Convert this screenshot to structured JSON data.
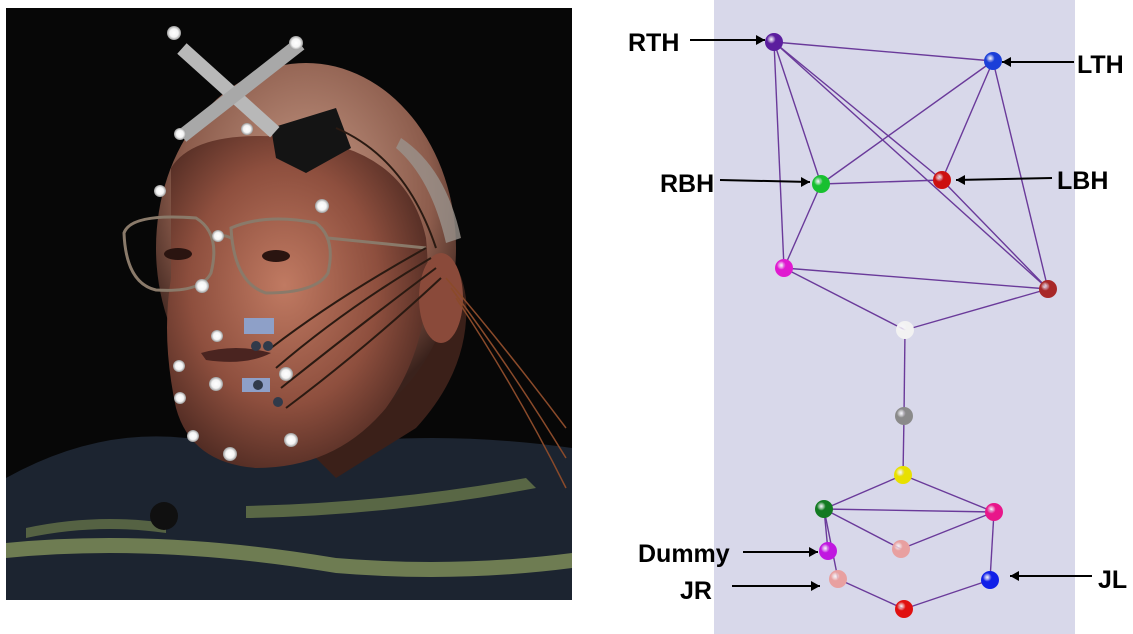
{
  "figure": {
    "photo": {
      "subject": "illustrative photo of a man wearing glasses with reflective facial motion-capture markers and a head-mounted reference frame",
      "markers_visible": true
    },
    "diagram": {
      "background_color": "#d8d8ea",
      "line_color": "#6a3a9a",
      "labels": {
        "rth": "RTH",
        "lth": "LTH",
        "rbh": "RBH",
        "lbh": "LBH",
        "dummy": "Dummy",
        "jr": "JR",
        "jl": "JL"
      },
      "marker_colors": {
        "rth": "#5b1e9e",
        "lth": "#1b3fd8",
        "rbh": "#18c030",
        "lbh": "#cc1010",
        "magenta_left": "#e01ad0",
        "dark_red_right": "#a82828",
        "white": "#f2f2f2",
        "grey": "#8a8a8a",
        "yellow": "#e8e000",
        "dark_green": "#137a22",
        "pink_right": "#e8168a",
        "light_pink_center": "#e8a0a0",
        "dummy": "#c018e0",
        "jr": "#e8a0a0",
        "jl": "#1020e8",
        "red_bottom": "#e01010"
      }
    }
  }
}
